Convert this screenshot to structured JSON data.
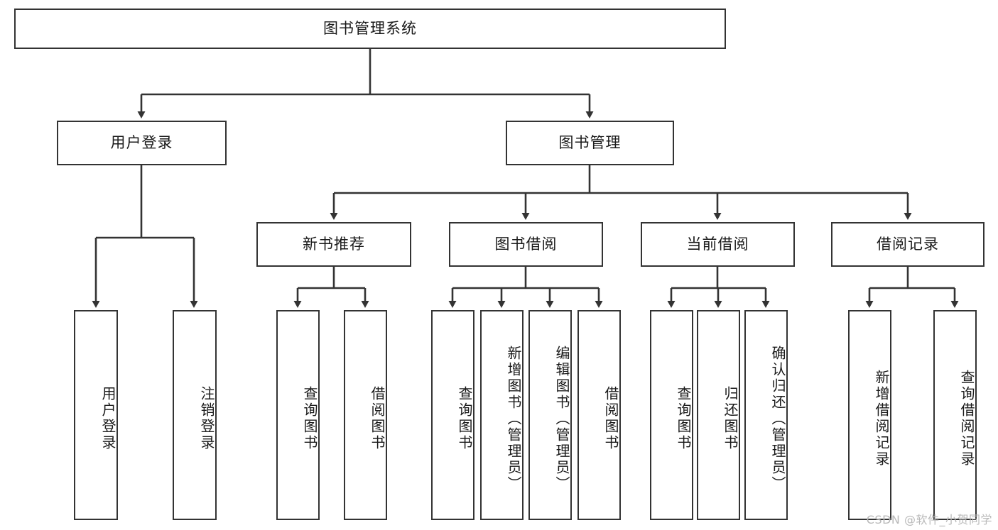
{
  "diagram": {
    "title": "图书管理系统",
    "type": "tree-hierarchy",
    "watermark": "CSDN @软件_小贺同学",
    "colors": {
      "border": "#333333",
      "background": "#ffffff",
      "text": "#1a1a1a",
      "watermark": "#b9b9b9"
    },
    "levels": {
      "root": {
        "label": "图书管理系统"
      },
      "level2": [
        {
          "id": "user-login",
          "label": "用户登录"
        },
        {
          "id": "book-manage",
          "label": "图书管理"
        }
      ],
      "level3": [
        {
          "id": "new-book-recommend",
          "label": "新书推荐",
          "parent": "book-manage"
        },
        {
          "id": "book-borrow",
          "label": "图书借阅",
          "parent": "book-manage"
        },
        {
          "id": "current-borrow",
          "label": "当前借阅",
          "parent": "book-manage"
        },
        {
          "id": "borrow-record",
          "label": "借阅记录",
          "parent": "book-manage"
        }
      ],
      "leaves": [
        {
          "id": "leaf-user-login",
          "label": "用户登录",
          "parent": "user-login"
        },
        {
          "id": "leaf-logout",
          "label": "注销登录",
          "parent": "user-login"
        },
        {
          "id": "leaf-query-book-1",
          "label": "查询图书",
          "parent": "new-book-recommend"
        },
        {
          "id": "leaf-borrow-book-1",
          "label": "借阅图书",
          "parent": "new-book-recommend"
        },
        {
          "id": "leaf-query-book-2",
          "label": "查询图书",
          "parent": "book-borrow"
        },
        {
          "id": "leaf-add-book",
          "label": "新增图书（管理员）",
          "parent": "book-borrow"
        },
        {
          "id": "leaf-edit-book",
          "label": "编辑图书（管理员）",
          "parent": "book-borrow"
        },
        {
          "id": "leaf-borrow-book-2",
          "label": "借阅图书",
          "parent": "book-borrow"
        },
        {
          "id": "leaf-query-book-3",
          "label": "查询图书",
          "parent": "current-borrow"
        },
        {
          "id": "leaf-return-book",
          "label": "归还图书",
          "parent": "current-borrow"
        },
        {
          "id": "leaf-confirm-return",
          "label": "确认归还（管理员）",
          "parent": "current-borrow"
        },
        {
          "id": "leaf-add-record",
          "label": "新增借阅记录",
          "parent": "borrow-record"
        },
        {
          "id": "leaf-query-record",
          "label": "查询借阅记录",
          "parent": "borrow-record"
        }
      ]
    }
  }
}
